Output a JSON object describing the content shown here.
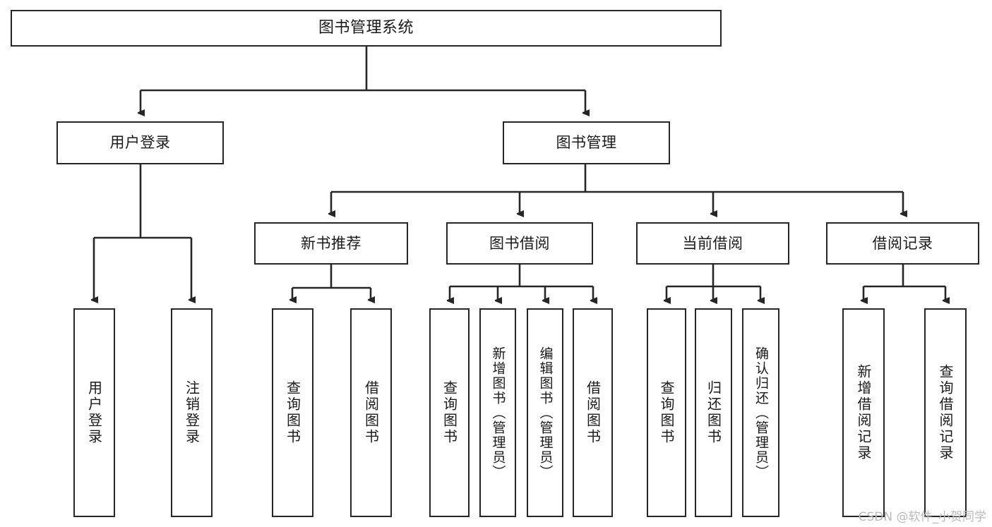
{
  "diagram": {
    "title": "图书管理系统",
    "type": "tree",
    "watermark": "CSDN @软件_小贺同学",
    "colors": {
      "stroke": "#262626",
      "fill": "#ffffff",
      "text": "#1a1a1a",
      "watermark": "#b9b9b9"
    },
    "nodes": {
      "root": {
        "label": "图书管理系统"
      },
      "level2": [
        {
          "label": "用户登录"
        },
        {
          "label": "图书管理"
        }
      ],
      "level3": [
        {
          "label": "新书推荐"
        },
        {
          "label": "图书借阅"
        },
        {
          "label": "当前借阅"
        },
        {
          "label": "借阅记录"
        }
      ],
      "leaves": {
        "user_login": [
          {
            "label": "用户登录"
          },
          {
            "label": "注销登录"
          }
        ],
        "new_book": [
          {
            "label": "查询图书"
          },
          {
            "label": "借阅图书"
          }
        ],
        "borrow_book": [
          {
            "label": "查询图书"
          },
          {
            "label": "新增图书（管理员）"
          },
          {
            "label": "编辑图书（管理员）"
          },
          {
            "label": "借阅图书"
          }
        ],
        "current_borrow": [
          {
            "label": "查询图书"
          },
          {
            "label": "归还图书"
          },
          {
            "label": "确认归还（管理员）"
          }
        ],
        "borrow_record": [
          {
            "label": "新增借阅记录"
          },
          {
            "label": "查询借阅记录"
          }
        ]
      }
    }
  }
}
